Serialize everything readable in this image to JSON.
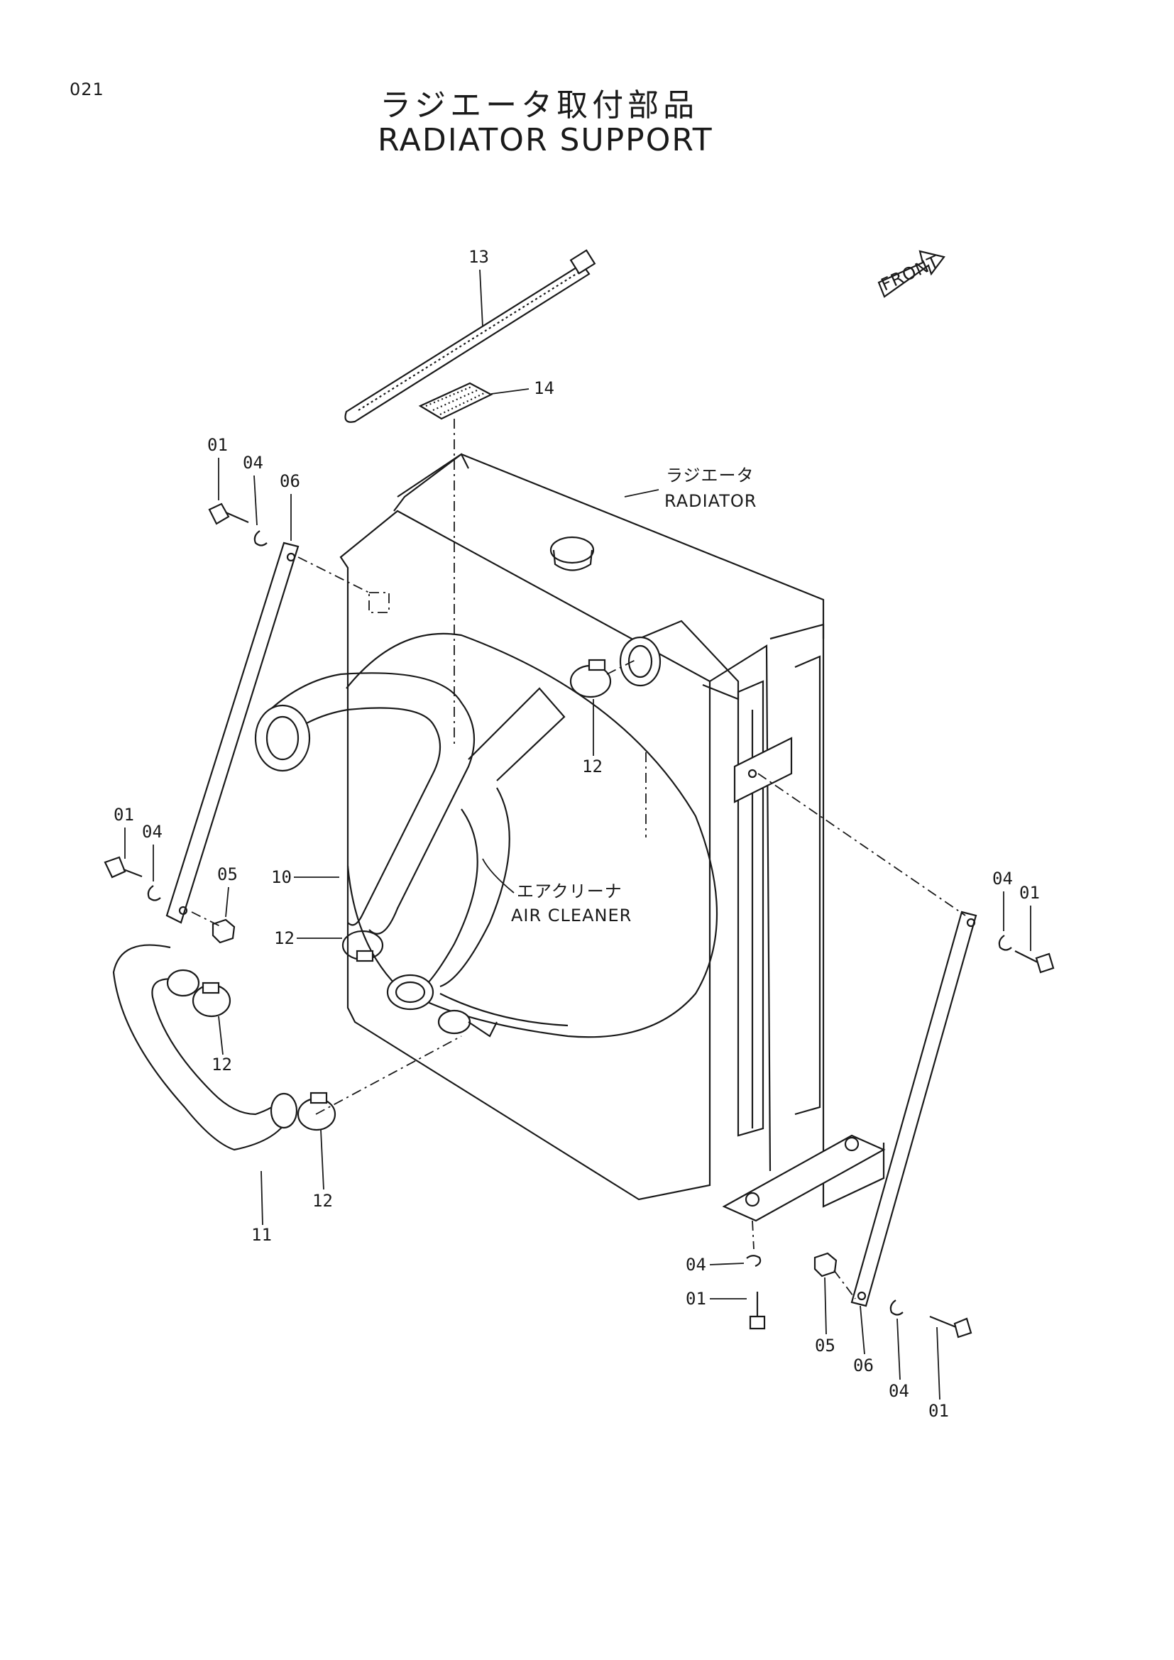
{
  "page_number": "021",
  "title_jp": "ラジエータ取付部品",
  "title_en": "RADIATOR SUPPORT",
  "front_label": "FRONT",
  "labels": {
    "radiator_jp": "ラジエータ",
    "radiator_en": "RADIATOR",
    "air_cleaner_jp": "エアクリーナ",
    "air_cleaner_en": "AIR CLEANER"
  },
  "callouts": {
    "c13": "13",
    "c14": "14",
    "c01_top": "01",
    "c04_top": "04",
    "c06_top": "06",
    "c12_upper": "12",
    "c01_mid": "01",
    "c04_mid": "04",
    "c05_mid": "05",
    "c10": "10",
    "c12_left": "12",
    "c12_mid": "12",
    "c12_lower": "12",
    "c11": "11",
    "c04_right": "04",
    "c01_right": "01",
    "c04_bottom": "04",
    "c01_bottom": "01",
    "c05_bottom": "05",
    "c06_bottom": "06",
    "c04_br": "04",
    "c01_br": "01"
  }
}
